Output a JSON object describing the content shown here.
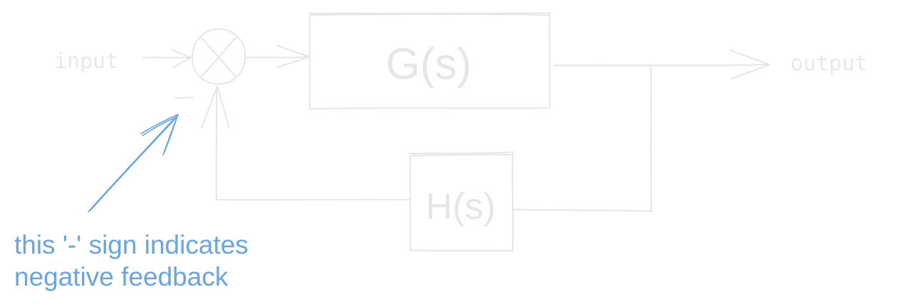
{
  "diagram": {
    "input_label": "input",
    "output_label": "output",
    "forward_block": "G(s)",
    "feedback_block": "H(s)",
    "sign": "-",
    "annotation": {
      "line1": "this '-' sign indicates",
      "line2": "negative feedback"
    }
  },
  "colors": {
    "sketch": "#e6e6e6",
    "annotation": "#6aa5dc",
    "background": "#ffffff"
  }
}
